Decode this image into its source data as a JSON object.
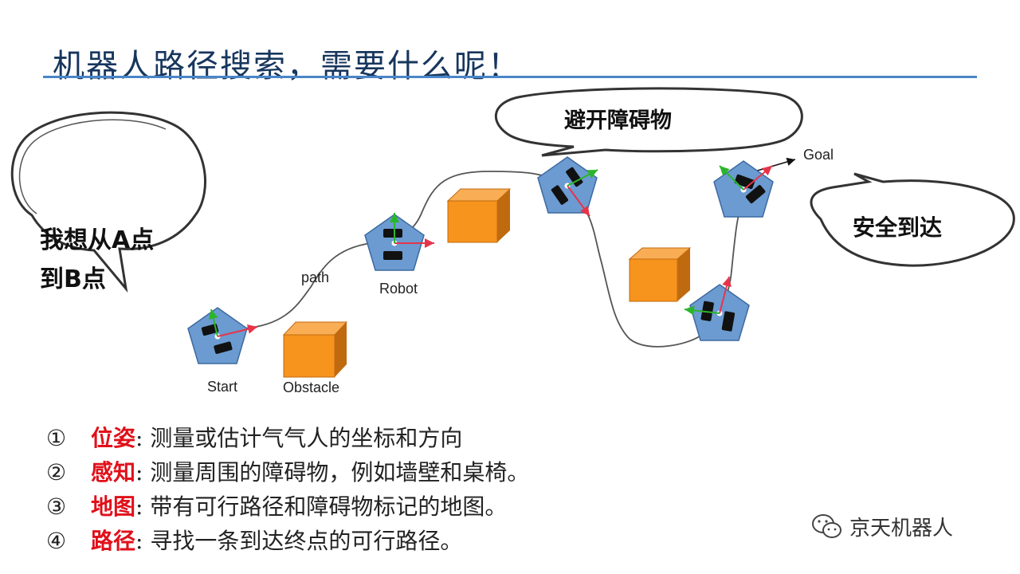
{
  "slide": {
    "title": "机器人路径搜索，需要什么呢！"
  },
  "diagram": {
    "bubbles": {
      "start_line1": "我想从A点",
      "start_line2": "到B点",
      "avoid": "避开障碍物",
      "safe": "安全到达"
    },
    "labels": {
      "start": "Start",
      "obstacle": "Obstacle",
      "path": "path",
      "robot": "Robot",
      "goal": "Goal"
    },
    "colors": {
      "robot_body": "#6b9bd1",
      "obstacle_front": "#f7941d",
      "obstacle_side": "#c06a10",
      "obstacle_top": "#f9ad55",
      "heading_arrow": "#e8344a",
      "normal_arrow": "#2bb52b"
    }
  },
  "requirements": [
    {
      "num": "①",
      "term": "位姿",
      "desc": "测量或估计气气人的坐标和方向"
    },
    {
      "num": "②",
      "term": "感知",
      "desc": "测量周围的障碍物，例如墙壁和桌椅。"
    },
    {
      "num": "③",
      "term": "地图",
      "desc": "带有可行路径和障碍物标记的地图。"
    },
    {
      "num": "④",
      "term": "路径",
      "desc": "寻找一条到达终点的可行路径。"
    }
  ],
  "watermark": {
    "text": "京天机器人",
    "icon": "wechat-icon"
  }
}
